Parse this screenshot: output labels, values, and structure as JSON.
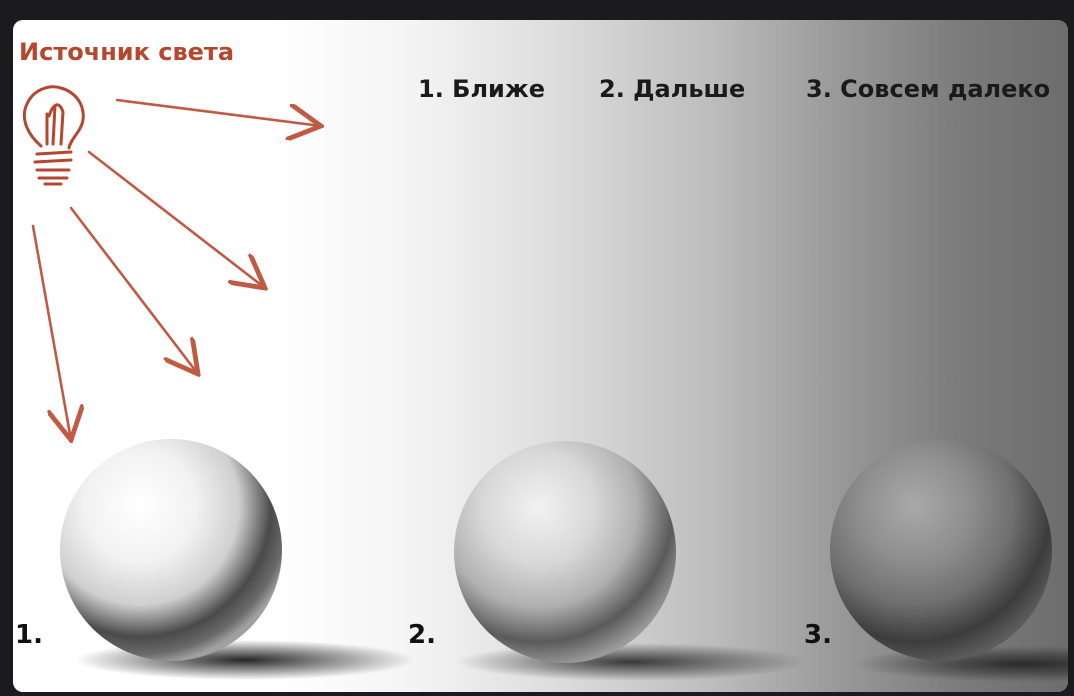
{
  "light_source": {
    "label": "Источник света",
    "icon": "light-bulb-icon",
    "color": "#b5472f"
  },
  "headers": [
    "1. Ближе",
    "2. Дальше",
    "3. Совсем далеко"
  ],
  "sphere_labels": [
    "1.",
    "2.",
    "3."
  ]
}
